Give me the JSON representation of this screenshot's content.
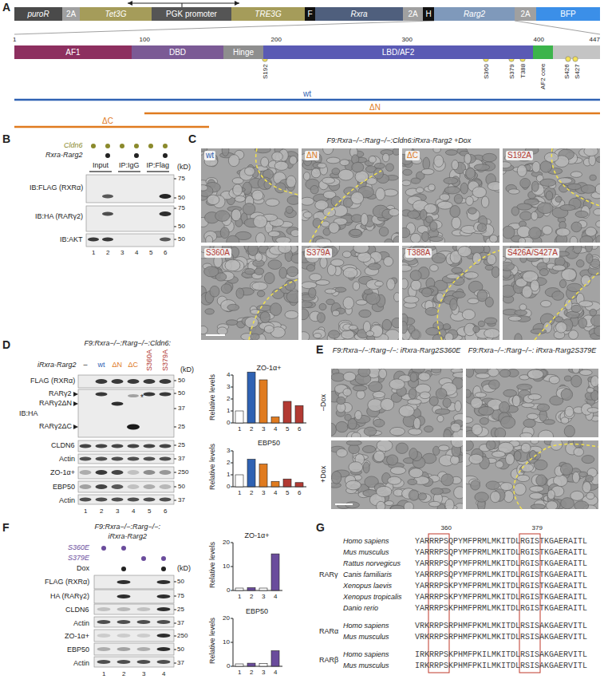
{
  "diagram": {
    "nodes": [
      {
        "text": [
          "puroR"
        ]
      },
      {
        "text": [
          "2A"
        ]
      },
      {
        "text": [
          "Tet3G"
        ]
      },
      {
        "text": [
          "PGK promoter"
        ]
      },
      {
        "text": [
          "TRE3G"
        ]
      },
      {
        "text": [
          "F"
        ]
      },
      {
        "text": [
          "Rxra"
        ]
      },
      {
        "text": [
          "2A"
        ]
      },
      {
        "text": [
          "H"
        ]
      },
      {
        "text": [
          "Rarg2"
        ]
      },
      {
        "text": [
          "2A"
        ]
      },
      {
        "text": [
          "BFP"
        ]
      },
      {
        "text": [
          "AF1"
        ]
      },
      {
        "text": [
          "DBD"
        ]
      },
      {
        "text": [
          "Hinge"
        ]
      },
      {
        "text": [
          "LBD/AF2"
        ]
      }
    ],
    "labels": [
      "A",
      "1",
      "100",
      "200",
      "300",
      "400",
      "447",
      "S192",
      "S360",
      "S379",
      "T388",
      "AF2 core",
      "S426",
      "S427",
      "wt",
      "ΔN",
      "ΔC",
      "B",
      "Cldn6",
      "Rxra-Rarg2",
      "Input",
      "IP:IgG",
      "IP:Flag",
      "(kD)",
      "IB:FLAG (RXRα)",
      "75",
      "50",
      "IB:HA (RARγ2)",
      "75",
      "50",
      "IB:AKT",
      "50",
      "1",
      "2",
      "3",
      "4",
      "5",
      "6",
      "C",
      "F9:Rxra−/−:Rarg−/−:Cldn6:iRxra-Rarg2 +Dox",
      "wt",
      "ΔN",
      "ΔC",
      "S192A",
      "S360A",
      "S379A",
      "T388A",
      "S426A/S427A",
      "D",
      "F9:Rxra−/−:Rarg−/−:Cldn6:",
      "iRxra-Rarg2",
      "–",
      "wt",
      "ΔN",
      "ΔC",
      "S360A",
      "S379A",
      "(kD)",
      "FLAG (RXRα)",
      "50",
      "RARγ2",
      "RARγ2ΔN",
      "IB:HA",
      "RARγ2ΔC",
      "50",
      "37",
      "25",
      "*",
      "CLDN6",
      "25",
      "Actin",
      "37",
      "ZO-1α+",
      "250",
      "EBP50",
      "50",
      "Actin",
      "37",
      "1",
      "2",
      "3",
      "4",
      "5",
      "6",
      "ZO-1α+",
      "Relative levels",
      "0",
      "1",
      "2",
      "3",
      "4",
      "1",
      "2",
      "3",
      "4",
      "5",
      "6",
      "EBP50",
      "Relative levels",
      "0",
      "1",
      "2",
      "3",
      "1",
      "2",
      "3",
      "4",
      "5",
      "6",
      "E",
      "F9:Rxra−/−:Rarg−/−: iRxra-Rarg2S360E",
      "F9:Rxra−/−:Rarg−/−: iRxra-Rarg2S379E",
      "–Dox",
      "+Dox",
      "F",
      "F9:Rxra−/−:Rarg−/−:",
      "iRxra-Rarg2",
      "S360E",
      "S379E",
      "Dox",
      "(kD)",
      "FLAG (RXRα)",
      "50",
      "HA (RARγ2)",
      "75",
      "CLDN6",
      "25",
      "Actin",
      "37",
      "ZO-1α+",
      "250",
      "EBP50",
      "50",
      "Actin",
      "37",
      "1",
      "2",
      "3",
      "4",
      "ZO-1α+",
      "Relative levels",
      "0",
      "10",
      "20",
      "1",
      "2",
      "3",
      "4",
      "EBP50",
      "Relative levels",
      "0",
      "10",
      "20",
      "1",
      "2",
      "3",
      "4",
      "G",
      "360",
      "379",
      "RARγ",
      "Homo sapiens",
      "YARRRPSQPYMFPRMLMKITDLRGISTKGAERAITL",
      "Mus musculus",
      "YARRRPSQPYMFPRMLMKITDLRGISTKGAERAITL",
      "Rattus norvegicus",
      "YARRRPSQPYMFPRMLMKITDLRGISTKGAERAITL",
      "Canis familiaris",
      "YARRRPSQPYMFPRMLMKITDLRGISTKGAERAITL",
      "Xenopus laevis",
      "YARRRPSKPYMFPRMLMKITDLRGISTKGAERAITL",
      "Xenopus tropicalis",
      "YARRRPSKPYMFPRMLMKITDLRGISTKGAERAITL",
      "Danio rerio",
      "YARRRPSKPHMFPRMLMKITDLRGISTKGAERAITL",
      "RARα",
      "Homo sapiens",
      "VRKRRPSRPHMFPKMLMKITDLRSISAKGAERVITL",
      "Mus musculus",
      "VRKRRPSRPHMFPKMLMKITDLRSISAKGAERVITL",
      "RARβ",
      "Homo sapiens",
      "IRKRRPSKPHMFPKILMKITDLRSISAKGAERVITL",
      "Mus musculus",
      "IRKRRPSKPHMFPKILMKITDLRSISAKGAERVITL"
    ]
  }
}
